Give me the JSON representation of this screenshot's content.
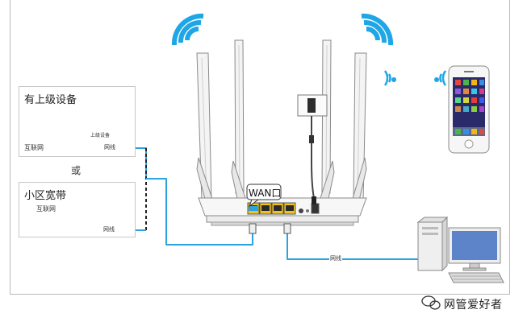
{
  "panels": {
    "upstream": {
      "title": "有上级设备",
      "device_label": "上级设备",
      "internet_label": "互联网"
    },
    "community": {
      "title": "小区宽带",
      "internet_label": "互联网"
    },
    "or_text": "或"
  },
  "router": {
    "wan_label": "WAN口"
  },
  "cables": {
    "upstream_cable_label": "网线",
    "community_cable_label": "网线",
    "pc_cable_label": "网线"
  },
  "watermark": {
    "text": "网管爱好者",
    "icon": "wechat-icon"
  },
  "colors": {
    "cable": "#2aa3e0",
    "wifi": "#1ea6e6",
    "wan_port": "#f2c21b"
  }
}
